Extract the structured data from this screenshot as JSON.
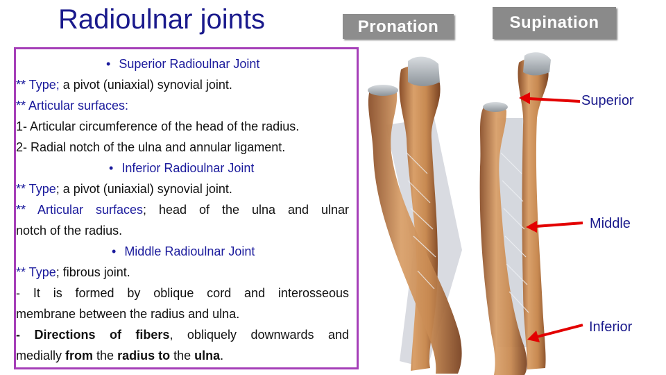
{
  "title": "Radioulnar joints",
  "tags": {
    "pronation": "Pronation",
    "supination": "Supination"
  },
  "superior": {
    "heading": "Superior Radioulnar Joint",
    "type_prefix": "** Type;",
    "type_text": " a pivot (uniaxial) synovial joint.",
    "surfaces_label": "** Articular surfaces:",
    "item1": "1- Articular circumference of the head of the radius.",
    "item2": "2- Radial notch of the ulna and annular ligament."
  },
  "inferior": {
    "heading": "Inferior Radioulnar Joint",
    "type_prefix": "** Type",
    "type_text": "; a pivot (uniaxial) synovial joint.",
    "surfaces_label": "** Articular surfaces",
    "surfaces_text": "; head of the ulna and ulnar",
    "surfaces_cont": "notch of the radius."
  },
  "middle": {
    "heading": "Middle Radioulnar Joint",
    "type_prefix": "** Type",
    "type_text": "; fibrous joint.",
    "formed_line1": "- It is formed by oblique cord and interosseous",
    "formed_line2": "membrane between the radius and ulna.",
    "dir_label": "- Directions of fibers",
    "dir_text": ", obliquely downwards and",
    "dir_line2_a": "medially ",
    "dir_from": "from",
    "dir_the1": " the ",
    "dir_radius": "radius",
    "dir_to": " to",
    "dir_the2": " the ",
    "dir_ulna": "ulna",
    "dir_end": "."
  },
  "labels": {
    "superior": "Superior",
    "middle": "Middle",
    "inferior": "Inferior"
  },
  "colors": {
    "heading_blue": "#1a1a9c",
    "border_purple": "#a53fb8",
    "arrow_red": "#e30000",
    "bone": "#c98a55",
    "tag_gray": "#8a8a8a"
  }
}
